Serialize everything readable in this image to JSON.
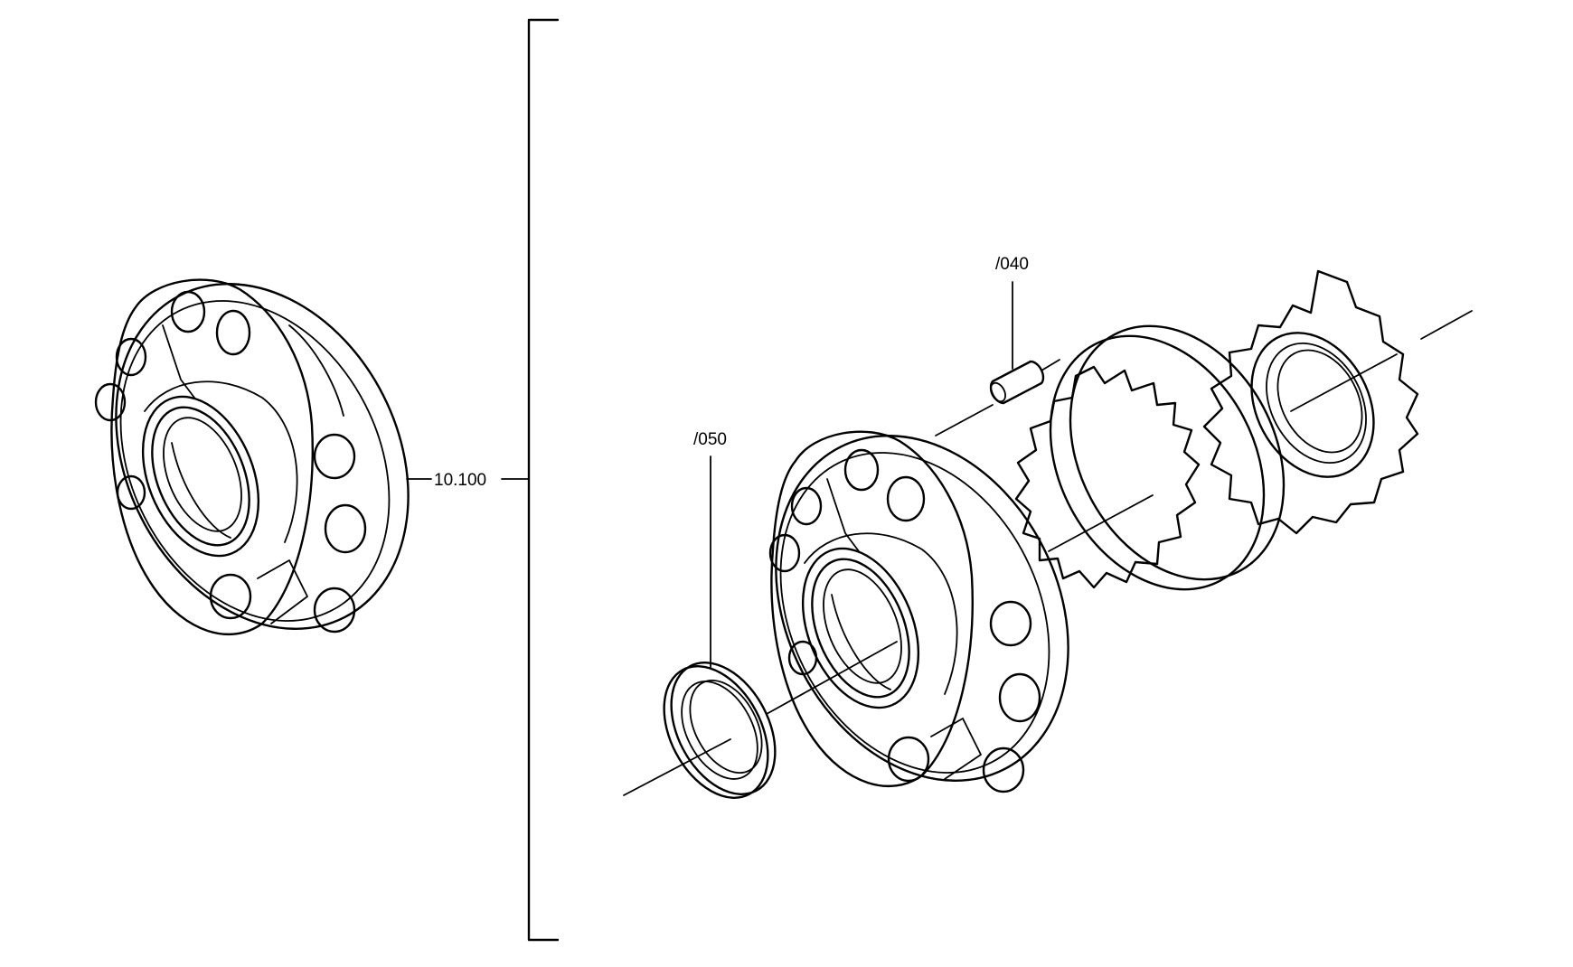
{
  "callouts": {
    "assembly": "10.100",
    "pin": "/040",
    "seal": "/050"
  }
}
